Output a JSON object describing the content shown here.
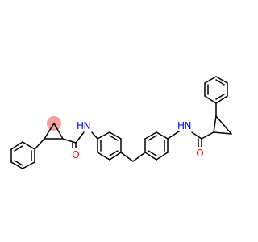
{
  "colors": {
    "bond": "#000000",
    "nitrogen": "#0000ff",
    "oxygen": "#ff0000",
    "highlight": "#f2a0a0",
    "background": "#ffffff"
  },
  "atoms": {
    "n_left": "N",
    "h_left": "H",
    "o_left": "O",
    "n_right": "N",
    "h_right": "H",
    "o_right": "O"
  }
}
